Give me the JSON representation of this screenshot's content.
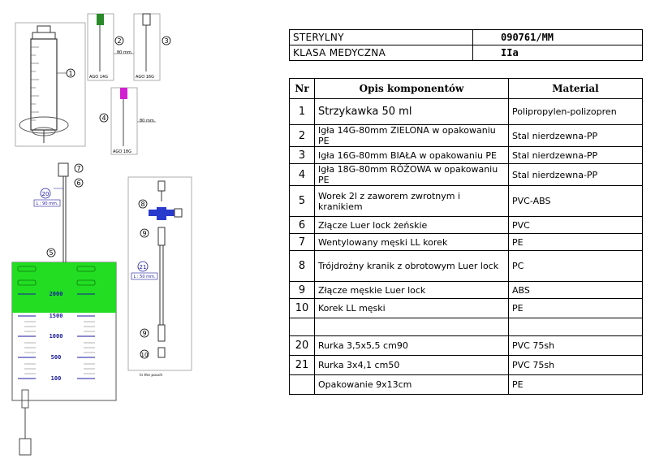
{
  "drawing": {
    "callouts": [
      "1",
      "2",
      "3",
      "4",
      "5",
      "6",
      "7",
      "8",
      "9",
      "10",
      "9",
      "20",
      "21"
    ],
    "needle_labels": [
      "AGO 14G",
      "AGO 16G",
      "AGO 18G"
    ],
    "dim_labels": [
      "80 mm.",
      "80 mm."
    ],
    "tube_labels": [
      "L : 90 mm.",
      "L : 50 mm."
    ],
    "bag_scale": [
      "2000",
      "1500",
      "1000",
      "500",
      "100"
    ],
    "pouch_caption": "In the pouch"
  },
  "header": {
    "rows": [
      {
        "label": "STERYLNY",
        "value": "090761/MM"
      },
      {
        "label": "KLASA MEDYCZNA",
        "value": "IIa"
      }
    ]
  },
  "table": {
    "headers": {
      "nr": "Nr",
      "opis": "Opis komponentów",
      "material": "Material"
    },
    "rows": [
      {
        "nr": "1",
        "opis": "Strzykawka 50 ml",
        "material": "Polipropylen-polizopren"
      },
      {
        "nr": "2",
        "opis": "Igła 14G-80mm ZIELONA w opakowaniu PE",
        "material": "Stal nierdzewna-PP"
      },
      {
        "nr": "3",
        "opis": "Igła 16G-80mm BIAŁA w opakowaniu PE",
        "material": "Stal nierdzewna-PP"
      },
      {
        "nr": "4",
        "opis": "Igła 18G-80mm RÓŻOWA w opakowaniu PE",
        "material": "Stal nierdzewna-PP"
      },
      {
        "nr": "5",
        "opis": "Worek 2l z zaworem zwrotnym i kranikiem",
        "material": "PVC-ABS"
      },
      {
        "nr": "6",
        "opis": "Złącze Luer lock żeńskie",
        "material": "PVC"
      },
      {
        "nr": "7",
        "opis": "Wentylowany męski LL korek",
        "material": "PE"
      },
      {
        "nr": "8",
        "opis": "Trójdrożny kranik z obrotowym Luer lock",
        "material": "PC"
      },
      {
        "nr": "9",
        "opis": "Złącze męskie Luer lock",
        "material": "ABS"
      },
      {
        "nr": "10",
        "opis": "Korek LL męski",
        "material": "PE"
      },
      {
        "nr": "",
        "opis": "",
        "material": ""
      },
      {
        "nr": "20",
        "opis": "Rurka 3,5x5,5 cm90",
        "material": "PVC 75sh"
      },
      {
        "nr": "21",
        "opis": "Rurka 3x4,1 cm50",
        "material": "PVC 75sh"
      },
      {
        "nr": "",
        "opis": "Opakowanie 9x13cm",
        "material": "PE"
      }
    ]
  },
  "colors": {
    "bag_green": "#22dd22",
    "scale_blue": "#1a1aa0",
    "needle_green": "#2a8a2a",
    "needle_pink": "#d020d0",
    "valve_blue": "#2a3acc"
  }
}
